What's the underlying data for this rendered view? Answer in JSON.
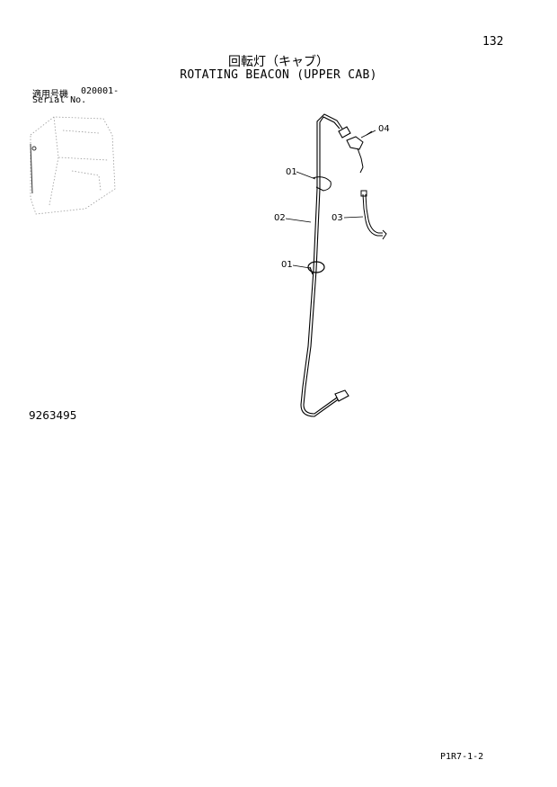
{
  "page": {
    "number": "132",
    "title_jp": "回転灯（キャブ）",
    "title_en": "ROTATING BEACON (UPPER CAB)",
    "serial_label_jp": "適用号機",
    "serial_range": "020001-",
    "serial_label_en": "Serial No.",
    "catalog_number": "9263495",
    "page_code": "P1R7-1-2"
  },
  "callouts": [
    {
      "id": "04",
      "label": "04"
    },
    {
      "id": "01a",
      "label": "01"
    },
    {
      "id": "02",
      "label": "02"
    },
    {
      "id": "03",
      "label": "03"
    },
    {
      "id": "01b",
      "label": "01"
    }
  ]
}
